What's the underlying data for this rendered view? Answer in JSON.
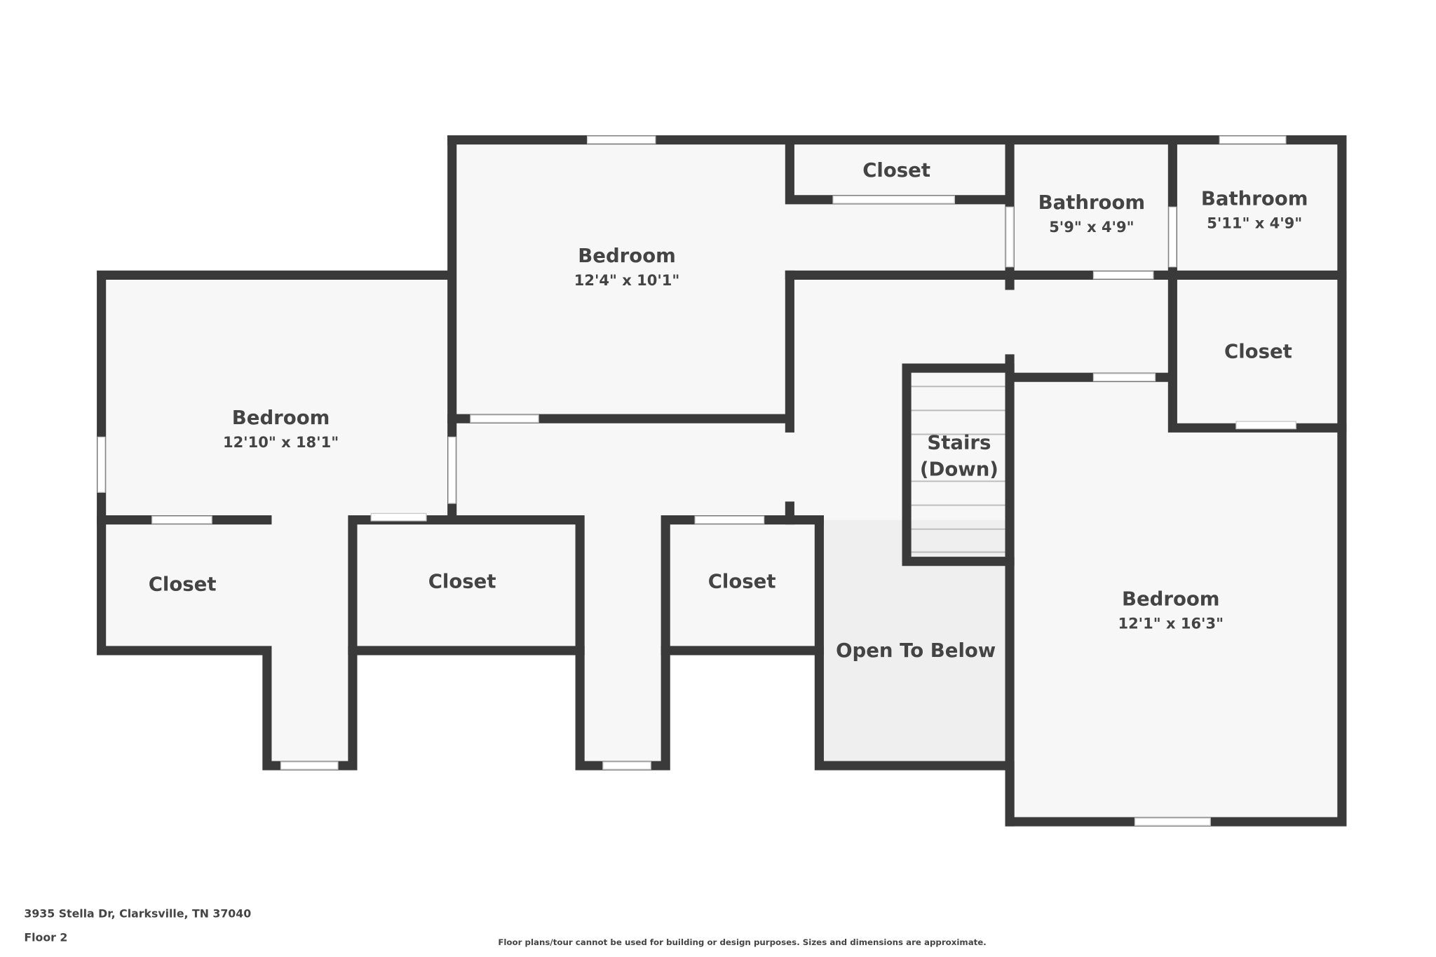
{
  "rooms": {
    "bedroom_left": {
      "name": "Bedroom",
      "dims": "12'10\" x 18'1\""
    },
    "bedroom_top": {
      "name": "Bedroom",
      "dims": "12'4\" x 10'1\""
    },
    "bedroom_right": {
      "name": "Bedroom",
      "dims": "12'1\" x 16'3\""
    },
    "bathroom_1": {
      "name": "Bathroom",
      "dims": "5'9\" x 4'9\""
    },
    "bathroom_2": {
      "name": "Bathroom",
      "dims": "5'11\" x 4'9\""
    },
    "closet_top": {
      "name": "Closet"
    },
    "closet_right": {
      "name": "Closet"
    },
    "closet_1": {
      "name": "Closet"
    },
    "closet_2": {
      "name": "Closet"
    },
    "closet_3": {
      "name": "Closet"
    },
    "stairs": {
      "name1": "Stairs",
      "name2": "(Down)"
    },
    "open_to_below": {
      "name": "Open To Below"
    }
  },
  "footer": {
    "address": "3935 Stella Dr, Clarksville, TN 37040",
    "floor": "Floor 2",
    "disclaimer": "Floor plans/tour cannot be used for building or design purposes. Sizes and dimensions are approximate."
  }
}
